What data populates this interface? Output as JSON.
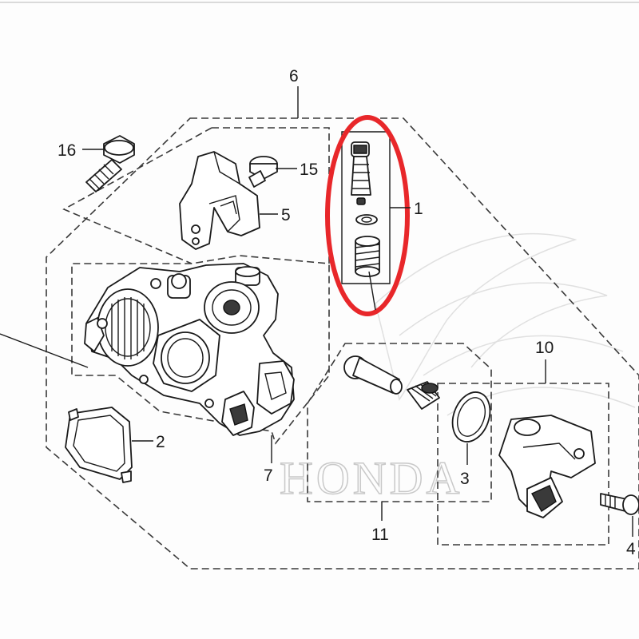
{
  "diagram": {
    "parts": [
      {
        "id": "part-1",
        "label": "1"
      },
      {
        "id": "part-2",
        "label": "2"
      },
      {
        "id": "part-3",
        "label": "3"
      },
      {
        "id": "part-4",
        "label": "4"
      },
      {
        "id": "part-5",
        "label": "5"
      },
      {
        "id": "part-6",
        "label": "6"
      },
      {
        "id": "part-7",
        "label": "7"
      },
      {
        "id": "part-10",
        "label": "10"
      },
      {
        "id": "part-11",
        "label": "11"
      },
      {
        "id": "part-15",
        "label": "15"
      },
      {
        "id": "part-16",
        "label": "16"
      }
    ],
    "watermark": {
      "text": "HONDA"
    },
    "highlight": {
      "color": "#e8272a",
      "target": "part-1"
    },
    "colors": {
      "line": "#1a1a1a",
      "dashed_frame": "#3a3a3a",
      "watermark": "#c9c9c9",
      "background": "#fdfdfd"
    }
  }
}
